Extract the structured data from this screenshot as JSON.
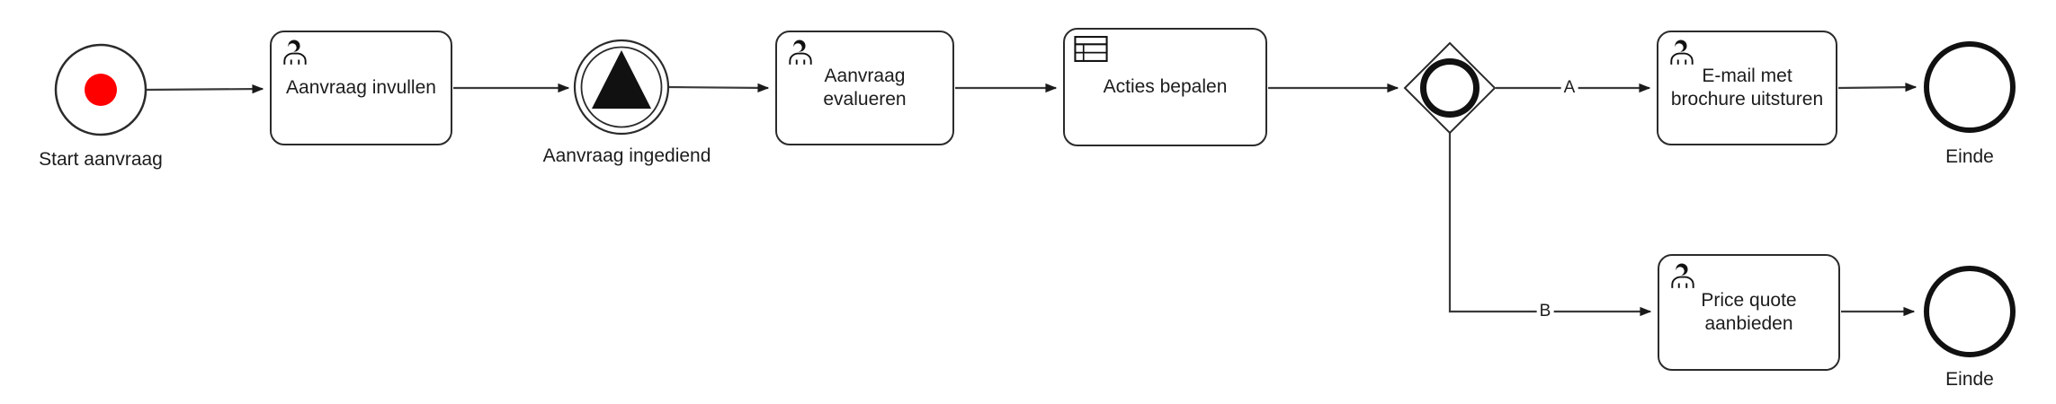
{
  "diagram": {
    "type": "bpmn-process-flow",
    "colors": {
      "start_event_fill": "#ff0000",
      "node_stroke": "#2b2b2b",
      "flow_line": "#3a3a3a",
      "icon_fill": "#111111",
      "text": "#1c1c1c",
      "background": "#ffffff"
    },
    "nodes": [
      {
        "id": "start",
        "kind": "start-event",
        "label": "Start aanvraag",
        "icon": "red-dot"
      },
      {
        "id": "task-invullen",
        "kind": "user-task",
        "label": "Aanvraag invullen",
        "icon": "user-icon"
      },
      {
        "id": "event-ingediend",
        "kind": "intermediate-throw-event",
        "label": "Aanvraag ingediend",
        "icon": "signal-triangle-icon"
      },
      {
        "id": "task-evalueren",
        "kind": "user-task",
        "label": "Aanvraag\nevalueren",
        "icon": "user-icon"
      },
      {
        "id": "task-acties",
        "kind": "business-rule-task",
        "label": "Acties bepalen",
        "icon": "business-rule-table-icon"
      },
      {
        "id": "gateway",
        "kind": "inclusive-gateway",
        "label": ""
      },
      {
        "id": "task-email",
        "kind": "user-task",
        "label": "E-mail met\nbrochure uitsturen",
        "icon": "user-icon"
      },
      {
        "id": "end-1",
        "kind": "end-event",
        "label": "Einde"
      },
      {
        "id": "task-quote",
        "kind": "user-task",
        "label": "Price quote\naanbieden",
        "icon": "user-icon"
      },
      {
        "id": "end-2",
        "kind": "end-event",
        "label": "Einde"
      }
    ],
    "edges": [
      {
        "from": "start",
        "to": "task-invullen",
        "label": ""
      },
      {
        "from": "task-invullen",
        "to": "event-ingediend",
        "label": ""
      },
      {
        "from": "event-ingediend",
        "to": "task-evalueren",
        "label": ""
      },
      {
        "from": "task-evalueren",
        "to": "task-acties",
        "label": ""
      },
      {
        "from": "task-acties",
        "to": "gateway",
        "label": ""
      },
      {
        "from": "gateway",
        "to": "task-email",
        "label": "A"
      },
      {
        "from": "gateway",
        "to": "task-quote",
        "label": "B"
      },
      {
        "from": "task-email",
        "to": "end-1",
        "label": ""
      },
      {
        "from": "task-quote",
        "to": "end-2",
        "label": ""
      }
    ]
  }
}
